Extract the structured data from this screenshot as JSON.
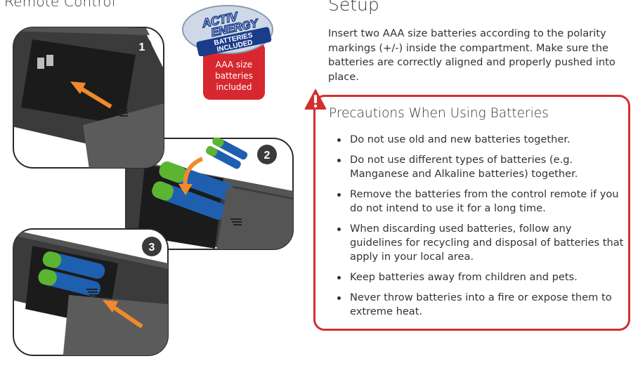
{
  "left_header": "Remote Control",
  "setup": {
    "title": "Setup",
    "text": "Insert two AAA size batteries according to the polarity markings (+/-) inside the compartment. Make sure the batteries are correctly aligned and properly pushed into place."
  },
  "badge": {
    "logo_line1": "ACTIV",
    "logo_line2": "ENERGY",
    "logo_banner1": "BATTERIES",
    "logo_banner2": "INCLUDED",
    "caption_line1": "AAA size",
    "caption_line2": "batteries",
    "caption_line3": "included"
  },
  "steps": [
    {
      "number": "1"
    },
    {
      "number": "2"
    },
    {
      "number": "3"
    }
  ],
  "precautions": {
    "title": "Precautions When Using Batteries",
    "items": [
      "Do not use old and new batteries together.",
      "Do not use different types of batteries (e.g. Manganese and Alkaline batteries) together.",
      "Remove the batteries from the control remote if you do not intend to use it for a long time.",
      "When discarding used batteries, follow any guidelines for recycling and disposal of batteries that apply in your local area.",
      "Keep batteries away from children and pets.",
      "Never throw batteries into a fire or expose them to extreme heat."
    ]
  },
  "colors": {
    "accent_red": "#d7282f",
    "arrow_orange": "#f08a2c",
    "battery_blue": "#1f5fb0",
    "battery_green": "#5cb531",
    "remote_dark": "#3a3a3a"
  }
}
